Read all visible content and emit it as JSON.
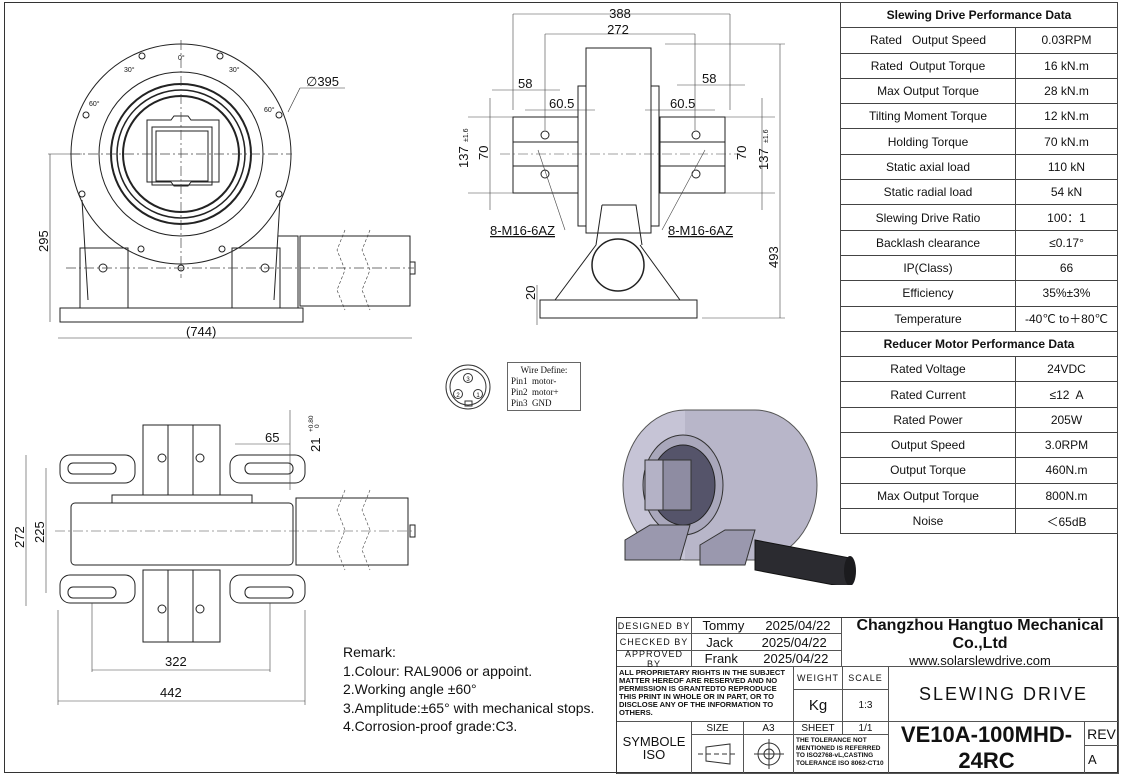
{
  "drawing": {
    "front_view": {
      "diameter_label": "∅395",
      "angle_marks": [
        "0°",
        "30°",
        "30°",
        "60°",
        "60°"
      ],
      "height_dim": "295",
      "length_dim": "(744)"
    },
    "side_view": {
      "dim_388": "388",
      "dim_272": "272",
      "dim_58_left": "58",
      "dim_58_right": "58",
      "dim_605_left": "60.5",
      "dim_605_right": "60.5",
      "dim_137_left": "137",
      "dim_137_right": "137",
      "tol_137": "±1.6",
      "dim_70_left": "70",
      "dim_70_right": "70",
      "thread_left": "8-M16-6AZ",
      "thread_right": "8-M16-6AZ",
      "dim_493": "493",
      "dim_20": "20"
    },
    "top_view": {
      "dim_65": "65",
      "dim_21": "21",
      "tol_21_upper": "+0.80",
      "tol_21_lower": "0",
      "dim_272": "272",
      "dim_225": "225",
      "dim_322": "322",
      "dim_442": "442"
    },
    "connector": {
      "pins": [
        "3",
        "2",
        "1"
      ],
      "title": "Wire Define:",
      "lines": [
        "Pin1  motor-",
        "Pin2  motor+",
        "Pin3  GND"
      ]
    }
  },
  "remarks": {
    "title": "Remark:",
    "items": [
      "1.Colour:  RAL9006 or appoint.",
      "2.Working angle ±60°",
      "3.Amplitude:±65° with mechanical stops.",
      "4.Corrosion-proof grade:C3."
    ]
  },
  "slewing_table": {
    "title": "Slewing Drive Performance Data",
    "rows": [
      {
        "label": "Rated   Output Speed",
        "value": "0.03RPM"
      },
      {
        "label": "Rated  Output Torque",
        "value": "16 kN.m"
      },
      {
        "label": "Max Output Torque",
        "value": "28 kN.m"
      },
      {
        "label": "Tilting Moment Torque",
        "value": "12 kN.m"
      },
      {
        "label": "Holding Torque",
        "value": "70 kN.m"
      },
      {
        "label": "Static axial load",
        "value": "110 kN"
      },
      {
        "label": "Static radial load",
        "value": "54 kN"
      },
      {
        "label": "Slewing Drive Ratio",
        "value": "100：1"
      },
      {
        "label": "Backlash clearance",
        "value": "≤0.17°"
      },
      {
        "label": "IP(Class)",
        "value": "66"
      },
      {
        "label": "Efficiency",
        "value": "35%±3%"
      },
      {
        "label": "Temperature",
        "value": "-40℃ to＋80℃"
      }
    ]
  },
  "motor_table": {
    "title": "Reducer Motor Performance Data",
    "rows": [
      {
        "label": "Rated Voltage",
        "value": "24VDC"
      },
      {
        "label": "Rated Current",
        "value": "≤12  A"
      },
      {
        "label": "Rated Power",
        "value": "205W"
      },
      {
        "label": "Output Speed",
        "value": "3.0RPM"
      },
      {
        "label": "Output Torque",
        "value": "460N.m"
      },
      {
        "label": "Max Output Torque",
        "value": "800N.m"
      },
      {
        "label": "Noise",
        "value": "＜65dB"
      }
    ]
  },
  "title_block": {
    "designed_label": "DESIGNED BY",
    "designed_name": "Tommy",
    "designed_date": "2025/04/22",
    "checked_label": "CHECKED BY",
    "checked_name": "Jack",
    "checked_date": "2025/04/22",
    "approved_label": "APPROVED BY",
    "approved_name": "Frank",
    "approved_date": "2025/04/22",
    "company": "Changzhou Hangtuo Mechanical Co.,Ltd",
    "website": "www.solarslewdrive.com",
    "rights_notice": "ALL PROPRIETARY RIGHTS IN THE SUBJECT MATTER HEREOF ARE RESERVED AND NO PERMISSION IS GRANTEDTO REPRODUCE THIS PRINT IN WHOLE OR IN PART, OR TO DISCLOSE ANY OF THE INFORMATION TO OTHERS.",
    "weight_label": "WEIGHT",
    "weight_value": "Kg",
    "scale_label": "SCALE",
    "scale_value": "1:3",
    "product_name": "SLEWING DRIVE",
    "symbol_label": "SYMBOLE ISO",
    "size_label": "SIZE",
    "size_value": "A3",
    "sheet_label": "SHEET",
    "sheet_value": "1/1",
    "tolerance_note": "THE TOLERANCE NOT MENTIONED IS REFERRED TO ISO2768-vL,CASTING TOLERANCE ISO 8062-CT10",
    "model": "VE10A-100MHD-24RC",
    "rev_label": "REV",
    "rev_value": "A"
  }
}
